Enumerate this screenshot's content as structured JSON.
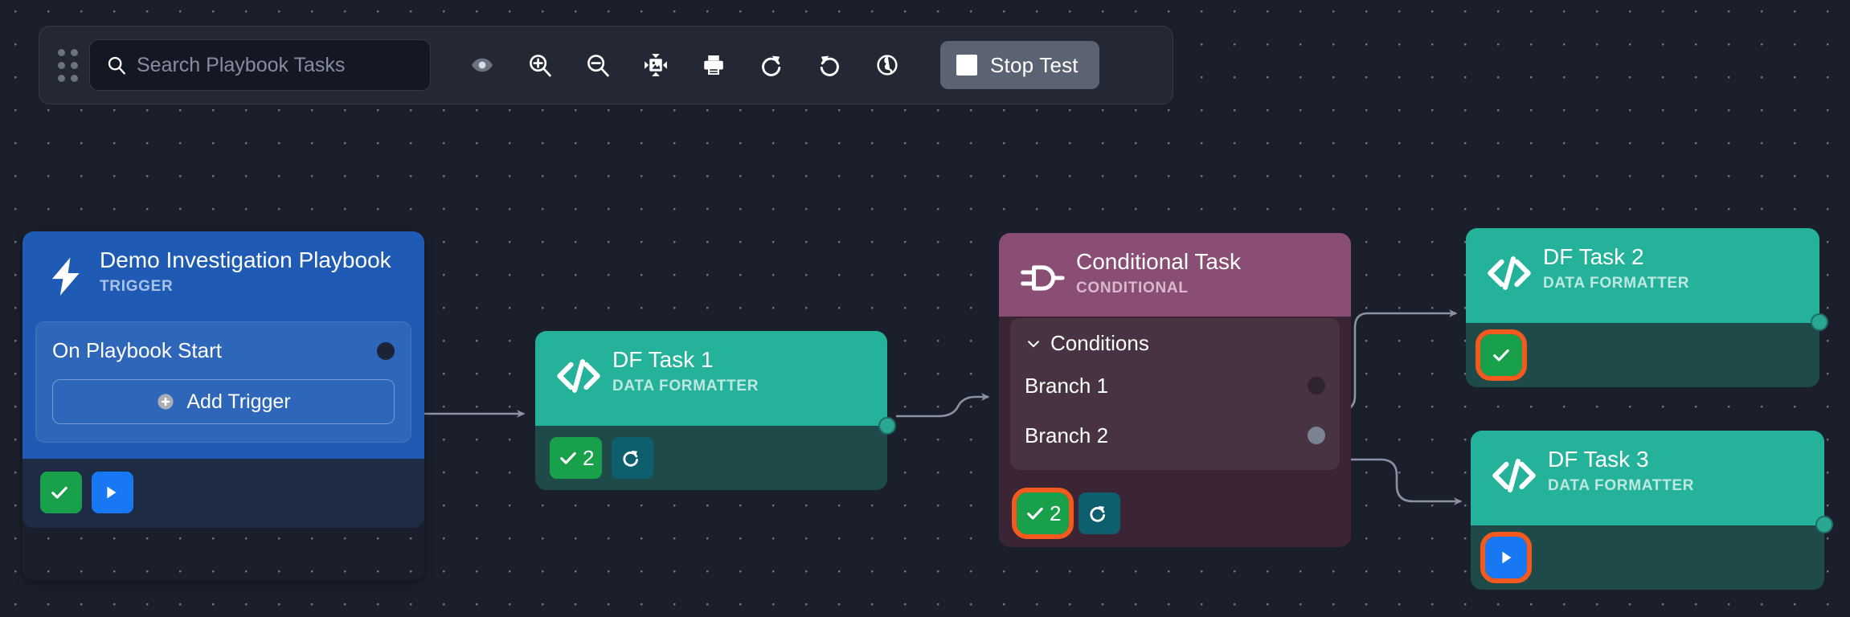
{
  "toolbar": {
    "drag_handle": "drag-handle",
    "search": {
      "placeholder": "Search Playbook Tasks",
      "value": ""
    },
    "icons": [
      {
        "name": "eye-icon",
        "label": "Toggle Visibility"
      },
      {
        "name": "zoom-in-icon",
        "label": "Zoom In"
      },
      {
        "name": "zoom-out-icon",
        "label": "Zoom Out"
      },
      {
        "name": "fit-to-screen-icon",
        "label": "Fit To Screen"
      },
      {
        "name": "print-icon",
        "label": "Print"
      },
      {
        "name": "redo-icon",
        "label": "Redo"
      },
      {
        "name": "undo-icon",
        "label": "Undo"
      },
      {
        "name": "globe-icon",
        "label": "Global"
      }
    ],
    "stop_test_label": "Stop Test"
  },
  "nodes": {
    "trigger": {
      "title": "Demo Investigation Playbook",
      "subtitle": "TRIGGER",
      "icon": "lightning-bolt-icon",
      "row_label": "On Playbook Start",
      "add_trigger_label": "Add Trigger",
      "status_check": "",
      "status_run": ""
    },
    "df1": {
      "title": "DF Task 1",
      "subtitle": "DATA FORMATTER",
      "icon": "code-brackets-icon",
      "check_count": "2",
      "retry_label": ""
    },
    "conditional": {
      "title": "Conditional Task",
      "subtitle": "CONDITIONAL",
      "icon": "logic-gate-icon",
      "conditions_label": "Conditions",
      "branches": [
        {
          "label": "Branch 1"
        },
        {
          "label": "Branch 2"
        }
      ],
      "check_count": "2",
      "retry_label": ""
    },
    "df2": {
      "title": "DF Task 2",
      "subtitle": "DATA FORMATTER",
      "icon": "code-brackets-icon",
      "status": "check"
    },
    "df3": {
      "title": "DF Task 3",
      "subtitle": "DATA FORMATTER",
      "icon": "code-brackets-icon",
      "status": "play"
    }
  },
  "colors": {
    "canvas_bg": "#1a1f2b",
    "toolbar_bg": "#232834",
    "trigger_blue": "#1f5bb5",
    "data_formatter_teal": "#24b29a",
    "conditional_purple": "#8a4e75",
    "success_green": "#19a04b",
    "run_blue": "#1877f2",
    "highlight_orange": "#f4591e",
    "edge_grey": "#8b93a3"
  }
}
